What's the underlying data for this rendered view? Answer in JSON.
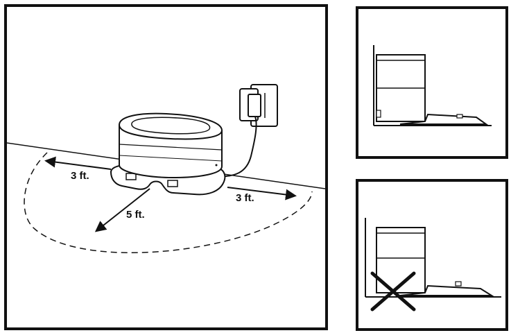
{
  "main_illustration": {
    "labels": {
      "left_clearance": "3 ft.",
      "right_clearance": "3 ft.",
      "front_clearance": "5 ft."
    }
  },
  "placement_examples": {
    "correct": {
      "marker": "none"
    },
    "incorrect": {
      "marker": "x-mark"
    }
  }
}
